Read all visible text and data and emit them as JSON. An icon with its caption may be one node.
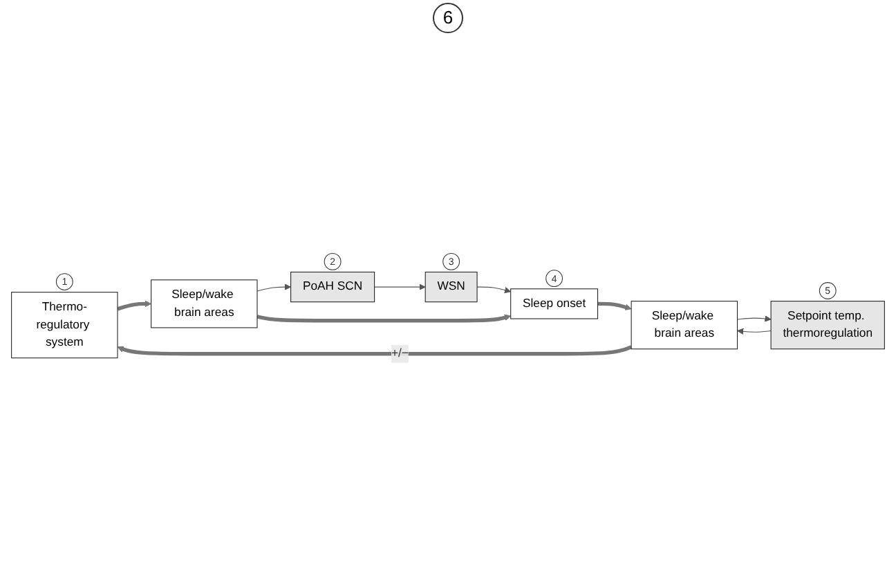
{
  "diagram": {
    "nodes": [
      {
        "text": [
          "Thermo-regulatory system"
        ],
        "beside": [
          "1"
        ]
      },
      {
        "text": [
          "Sleep/wake brain areas"
        ]
      },
      {
        "text": [
          "PoAH SCN"
        ],
        "beside": [
          "2"
        ]
      },
      {
        "text": [
          "WSN"
        ],
        "beside": [
          "3"
        ]
      },
      {
        "text": [
          "Sleep onset"
        ],
        "beside": [
          "4"
        ]
      },
      {
        "text": [
          "Sleep/wake brain areas"
        ]
      },
      {
        "text": [
          "Setpoint temp. thermoregulation"
        ],
        "beside": [
          "5"
        ]
      }
    ],
    "edges": [
      {
        "from": 0,
        "to": 1,
        "arrow": "to",
        "style": "thick"
      },
      {
        "from": 1,
        "to": 2,
        "arrow": "to"
      },
      {
        "from": 2,
        "to": 3,
        "arrow": "to"
      },
      {
        "from": 3,
        "to": 4,
        "arrow": "to"
      },
      {
        "from": 1,
        "to": 4,
        "arrow": "to",
        "style": "thick"
      },
      {
        "from": 4,
        "to": 5,
        "arrow": "to",
        "style": "thick"
      },
      {
        "from": 5,
        "to": 6,
        "arrow": "to"
      },
      {
        "from": 6,
        "to": 5,
        "arrow": "to"
      },
      {
        "from": 5,
        "to": 0,
        "arrow": "to",
        "style": "thick",
        "label": "+/−"
      }
    ],
    "labels": [
      "6"
    ]
  }
}
